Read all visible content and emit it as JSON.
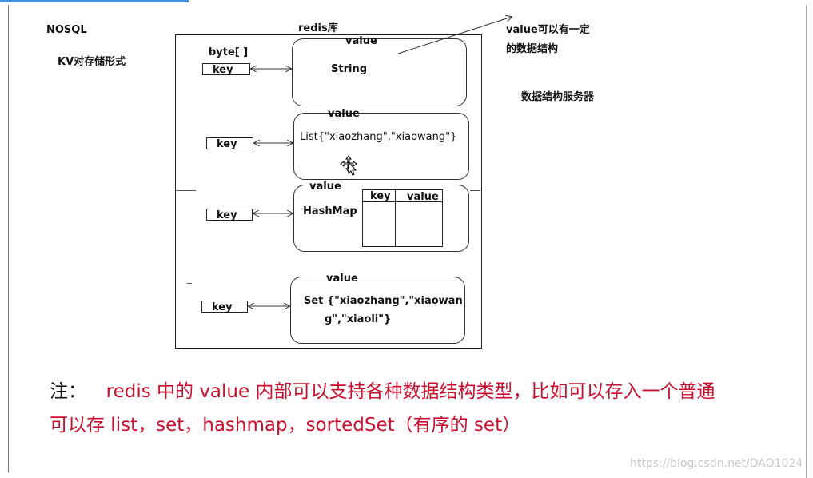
{
  "left_labels": {
    "nosql": "NOSQL",
    "kv_form": "KV对存储形式"
  },
  "diagram": {
    "title": "redis库",
    "byte_label": "byte[ ]",
    "key_label": "key",
    "value_label": "value",
    "entries": [
      {
        "value_text": "String"
      },
      {
        "value_text": "List{\"xiaozhang\",\"xiaowang\"}"
      },
      {
        "value_text": "HashMap",
        "table_headers": [
          "key",
          "value"
        ]
      },
      {
        "value_line1": "Set {\"xiaozhang\",\"xiaowan",
        "value_line2": "g\",\"xiaoli\"}"
      }
    ]
  },
  "annotations": {
    "value_structure_line1": "value可以有一定",
    "value_structure_line2": "的数据结构",
    "data_structure_server": "数据结构服务器"
  },
  "note": {
    "label": "注：",
    "line1": "redis 中的 value 内部可以支持各种数据结构类型，比如可以存入一个普通",
    "line2": "可以存 list，set，hashmap，sortedSet（有序的 set）"
  },
  "watermark": "https://blog.csdn.net/DAO1024"
}
